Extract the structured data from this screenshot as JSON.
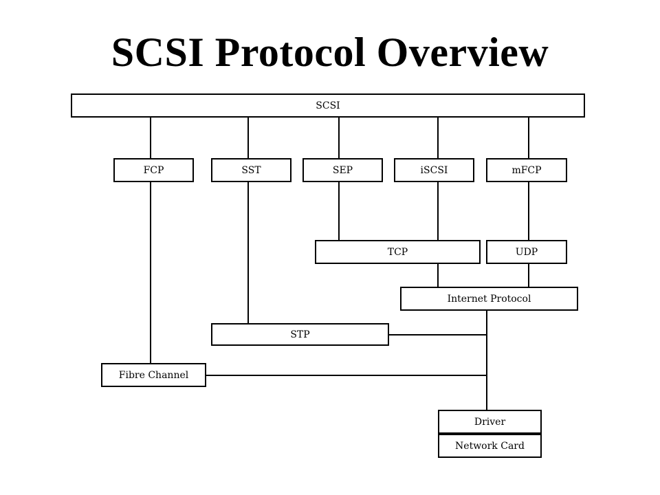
{
  "title": "SCSI Protocol Overview",
  "nodes": {
    "scsi": "SCSI",
    "fcp": "FCP",
    "sst": "SST",
    "sep": "SEP",
    "iscsi": "iSCSI",
    "mfcp": "mFCP",
    "tcp": "TCP",
    "udp": "UDP",
    "ip": "Internet Protocol",
    "stp": "STP",
    "fibre_channel": "Fibre Channel",
    "driver": "Driver",
    "network_card": "Network Card"
  }
}
